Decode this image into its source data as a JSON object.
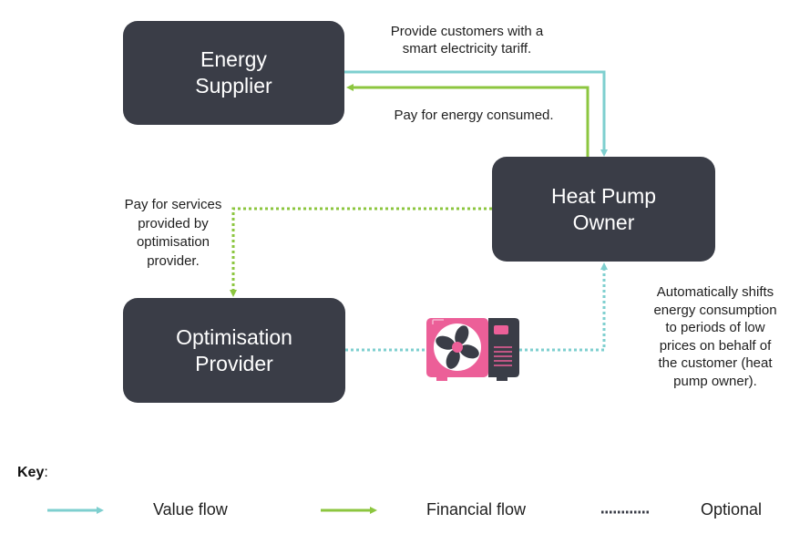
{
  "nodes": {
    "energy_supplier": "Energy\nSupplier",
    "heat_pump_owner": "Heat Pump\nOwner",
    "optimisation_provider": "Optimisation\nProvider"
  },
  "flow_labels": {
    "tariff": "Provide customers with a\nsmart electricity tariff.",
    "pay_energy": "Pay for energy consumed.",
    "pay_services": "Pay for services\nprovided by\noptimisation\nprovider.",
    "auto_shift": "Automatically shifts\nenergy consumption\nto periods of low\nprices on behalf of\nthe customer (heat\npump owner)."
  },
  "icons": {
    "heat_pump": "heat-pump-unit-icon"
  },
  "colors": {
    "box": "#3a3d47",
    "value_flow": "#7ecfcf",
    "financial_flow": "#8cc63f",
    "heat_pump_pink": "#ec5f98"
  },
  "key": {
    "title": "Key",
    "colon": ":",
    "items": [
      {
        "label": "Value flow"
      },
      {
        "label": "Financial flow"
      },
      {
        "label": "Optional"
      }
    ]
  }
}
